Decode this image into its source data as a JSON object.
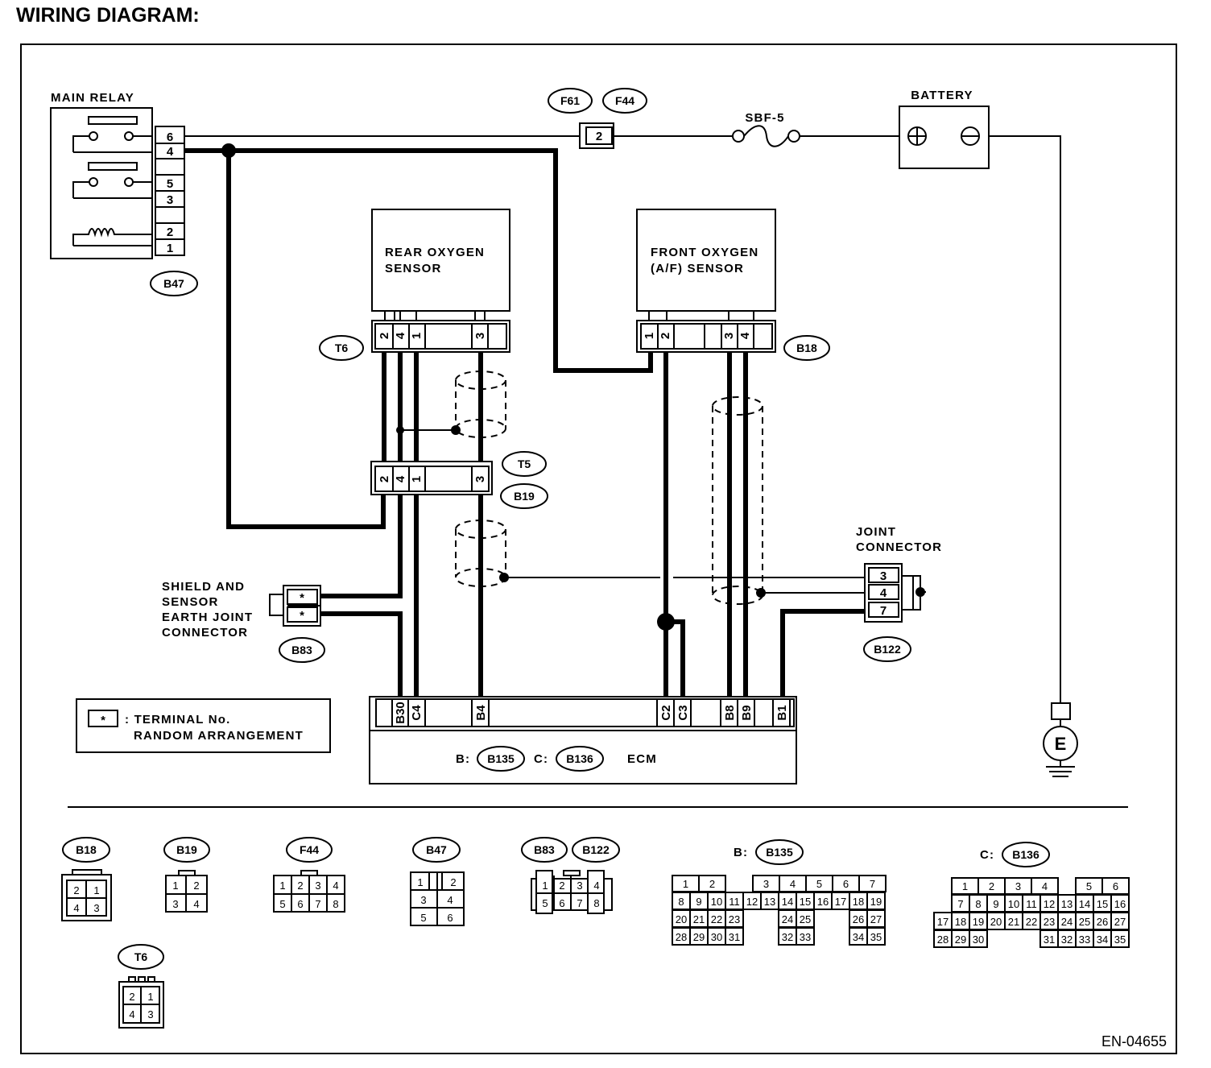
{
  "title": "WIRING DIAGRAM:",
  "figure_code": "EN-04655",
  "components": {
    "main_relay": {
      "label": "MAIN RELAY",
      "connector": "B47",
      "pins": [
        "6",
        "4",
        "5",
        "3",
        "2",
        "1"
      ]
    },
    "battery": {
      "label": "BATTERY",
      "fuse": "SBF-5"
    },
    "fuse_connectors": {
      "f61": "F61",
      "f44": "F44",
      "pin": "2"
    },
    "rear_sensor": {
      "line1": "REAR OXYGEN",
      "line2": "SENSOR",
      "connector": "T6",
      "pins": [
        "2",
        "4",
        "1",
        "3"
      ]
    },
    "front_sensor": {
      "line1": "FRONT OXYGEN",
      "line2": "(A/F) SENSOR",
      "connector": "B18",
      "pins": [
        "1",
        "2",
        "3",
        "4"
      ]
    },
    "t5_b19": {
      "connector_a": "T5",
      "connector_b": "B19",
      "pins": [
        "2",
        "4",
        "1",
        "3"
      ]
    },
    "shield": {
      "line1": "SHIELD AND",
      "line2": "SENSOR",
      "line3": "EARTH JOINT",
      "line4": "CONNECTOR",
      "connector": "B83",
      "pin": "*"
    },
    "joint": {
      "line1": "JOINT",
      "line2": "CONNECTOR",
      "connector": "B122",
      "pins": [
        "3",
        "4",
        "7"
      ]
    },
    "ecm": {
      "label": "ECM",
      "b_prefix": "B:",
      "b_connector": "B135",
      "c_prefix": "C:",
      "c_connector": "B136",
      "pins": [
        "B30",
        "C4",
        "B4",
        "C2",
        "C3",
        "B8",
        "B9",
        "B1"
      ]
    },
    "ground": {
      "label": "E"
    }
  },
  "legend": {
    "symbol": "*",
    "line1": ": TERMINAL No.",
    "line2": "RANDOM ARRANGEMENT"
  },
  "connector_views": {
    "b18": {
      "name": "B18",
      "rows": [
        [
          "2",
          "1"
        ],
        [
          "4",
          "3"
        ]
      ]
    },
    "b19": {
      "name": "B19",
      "rows": [
        [
          "1",
          "2"
        ],
        [
          "3",
          "4"
        ]
      ]
    },
    "f44": {
      "name": "F44",
      "rows": [
        [
          "1",
          "2",
          "3",
          "4"
        ],
        [
          "5",
          "6",
          "7",
          "8"
        ]
      ]
    },
    "b47": {
      "name": "B47",
      "rows": [
        [
          "1",
          "2"
        ],
        [
          "3",
          "4"
        ],
        [
          "5",
          "6"
        ]
      ]
    },
    "b83": {
      "name": "B83"
    },
    "b122": {
      "name": "B122",
      "rows": [
        [
          "1",
          "2",
          "3",
          "4"
        ],
        [
          "5",
          "6",
          "7",
          "8"
        ]
      ]
    },
    "b135": {
      "prefix": "B:",
      "name": "B135",
      "rows": [
        [
          "1",
          "2",
          "",
          "",
          "3",
          "4",
          "5",
          "6",
          "7"
        ],
        [
          "8",
          "9",
          "10",
          "11",
          "12",
          "13",
          "14",
          "15",
          "16",
          "17",
          "18",
          "19"
        ],
        [
          "20",
          "21",
          "22",
          "23",
          "",
          "",
          "24",
          "25",
          "",
          "",
          "26",
          "27"
        ],
        [
          "28",
          "29",
          "30",
          "31",
          "",
          "",
          "32",
          "33",
          "",
          "",
          "34",
          "35"
        ]
      ]
    },
    "b136": {
      "prefix": "C:",
      "name": "B136",
      "rows": [
        [
          "",
          "1",
          "2",
          "3",
          "4",
          "",
          "5",
          "6"
        ],
        [
          "",
          "7",
          "8",
          "9",
          "10",
          "11",
          "12",
          "13",
          "14",
          "15",
          "16"
        ],
        [
          "17",
          "18",
          "19",
          "20",
          "21",
          "22",
          "23",
          "24",
          "25",
          "26",
          "27"
        ],
        [
          "28",
          "29",
          "30",
          "",
          "",
          "",
          "31",
          "32",
          "33",
          "34",
          "35"
        ]
      ]
    },
    "t6": {
      "name": "T6",
      "rows": [
        [
          "2",
          "1"
        ],
        [
          "4",
          "3"
        ]
      ]
    }
  }
}
